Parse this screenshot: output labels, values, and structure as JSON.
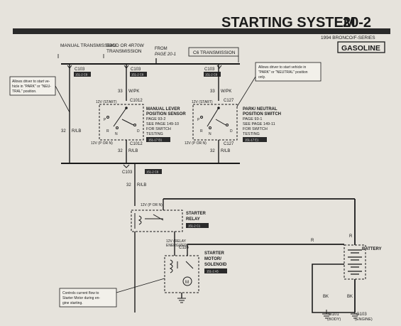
{
  "header": {
    "title": "STARTING SYSTEM",
    "page_number": "20-2",
    "subtitle": "1994 BRONCO/F-SERIES",
    "badge": "GASOLINE"
  },
  "columns": {
    "manual": "MANUAL TRANSMISSION",
    "e4od_line1": "E4OD OR 4R70W",
    "e4od_line2": "TRANSMISSION",
    "c6": "C6 TRANSMISSION",
    "from_line1": "FROM",
    "from_line2": "PAGE 20-1"
  },
  "connectors": {
    "c103": "C103",
    "c103_ref": "151-2 C9",
    "c1012": "C1012",
    "c127": "C127",
    "c116": "C116"
  },
  "wires": {
    "wpk": "W/PK",
    "num33": "33",
    "num32": "32",
    "rlb": "R/LB",
    "r": "R",
    "bk": "BK"
  },
  "voltages": {
    "start": "12V (START)",
    "p_or_n": "12V (P OR N)",
    "relay_energized_1": "12V (RELAY",
    "relay_energized_2": "ENERGIZED)"
  },
  "notes": {
    "left": [
      "Allows driver to start ve-",
      "hicle in \"PARK\" or \"NEU-",
      "TRAL\" position."
    ],
    "right": [
      "Allows driver to start vehicle in",
      "\"PARK\" or \"NEUTRAL\" position",
      "only."
    ],
    "bottom": [
      "Controls current flow to",
      "Starter Motor during en-",
      "gine starting."
    ]
  },
  "components": {
    "manual_lever": [
      "MANUAL LEVER",
      "POSITION SENSOR",
      "PAGE 93-2",
      "SEE PAGE 149-10",
      "FOR SWITCH",
      "TESTING"
    ],
    "manual_lever_ref": "151-17 B1",
    "park_neutral": [
      "PARK/ NEUTRAL",
      "POSITION SWITCH",
      "PAGE 93-1",
      "SEE PAGE 149-11",
      "FOR SWITCH",
      "TESTING"
    ],
    "park_neutral_ref": "151-17 E1",
    "starter_relay": [
      "STARTER",
      "RELAY"
    ],
    "starter_relay_ref": "151-2 C1",
    "starter_motor": [
      "STARTER",
      "MOTOR/",
      "SOLENOID"
    ],
    "starter_motor_ref": "151-2 A5",
    "battery": "BATTERY",
    "g101": "G101",
    "g101_sub": "(BODY)",
    "g103": "G103",
    "g103_sub": "(ENGINE)",
    "pos_letters": [
      "P",
      "R",
      "N",
      "D"
    ],
    "motor_letter": "M"
  }
}
